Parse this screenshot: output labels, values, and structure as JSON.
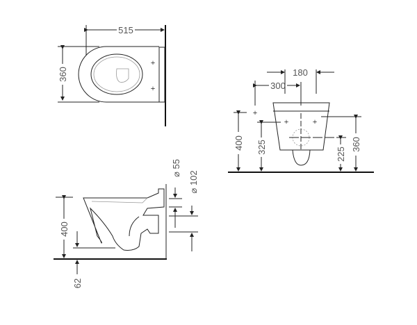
{
  "top_view": {
    "width_label": "515",
    "depth_label": "360"
  },
  "front_view": {
    "spacing_label": "180",
    "offset_label": "300",
    "height_400_label": "400",
    "height_325_label": "325",
    "height_225_label": "225",
    "height_360_label": "360"
  },
  "side_view": {
    "height_label": "400",
    "below_floor_label": "62",
    "diameter_55_label": "⌀ 55",
    "diameter_102_label": "⌀ 102"
  }
}
